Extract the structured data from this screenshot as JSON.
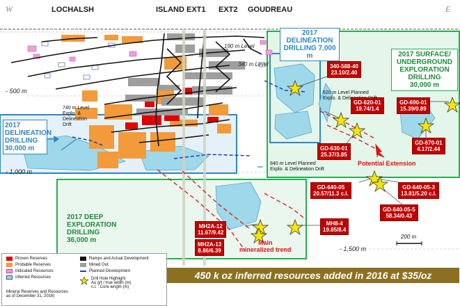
{
  "header": {
    "compass_west": "W",
    "compass_east": "E",
    "labels": [
      "LOCHALSH",
      "ISLAND",
      "EXT1",
      "EXT2",
      "GOUDREAU"
    ]
  },
  "levels": {
    "l190": "190 m Level",
    "l340": "340 m Level",
    "d500": "- 500 m",
    "d1000": "- 1,000 m",
    "d1500": "- 1,500 m"
  },
  "zones": {
    "delin_top": [
      "2017",
      "DELINEATION",
      "DRILLING 7,000 m"
    ],
    "surface": [
      "2017 SURFACE/",
      "UNDERGROUND",
      "EXPLORATION",
      "DRILLING",
      "30,000 m"
    ],
    "delin_left": [
      "2017",
      "DELINEATION",
      "DRILLING",
      "30,000 m"
    ],
    "deep": [
      "2017 DEEP",
      "EXPLORATION",
      "DRILLING",
      "36,000 m"
    ]
  },
  "drift_notes": {
    "d740": [
      "740 m Level",
      "Explo. &",
      "Delineation",
      "Drift"
    ],
    "d620": [
      "620 m Level Planned",
      "Explo. & Delineation Drift"
    ],
    "d840": [
      "840 m Level  Planned",
      "Explo. & Delineation Drift"
    ]
  },
  "callouts": {
    "c340": [
      "340-588-40",
      "23.10/2.40"
    ],
    "gd620": [
      "GD-620-01",
      "19.74/1.4"
    ],
    "gd690": [
      "GD-690-01",
      "15.39/0.89"
    ],
    "gd630": [
      "GD-630-01",
      "25.37/3.85"
    ],
    "gd670": [
      "GD-670-01",
      "4.17/2.44"
    ],
    "gd640": [
      "GD-640-05",
      "20.57/11.3  c.l."
    ],
    "gd6403": [
      "GD-640-05-3",
      "13.81/5.20  c.l."
    ],
    "gd6405": [
      "GD-640-05-5",
      "58.34/0.43"
    ],
    "mh8": [
      "MH8-4",
      "19.85/8.4"
    ],
    "mh2a12": [
      "MH2A-12",
      "11.67/9.42"
    ],
    "mh2a13": [
      "MH2A-13",
      "8.86/6.39"
    ]
  },
  "annotations": {
    "potential": "Potential Extension",
    "main_trend": [
      "Main",
      "mineralized trend"
    ],
    "scale": "200 m"
  },
  "legend": {
    "proven": "Proven Reserves",
    "probable": "Probable Reserves",
    "indicated": "Indicated Resources",
    "inferred": "Inferred Resources",
    "ramps": "Ramps and Actual Development",
    "mined": "Mined Out",
    "planned": "Planned Development",
    "star_title": "Drill Hole Highlight",
    "star_line1": "Au g/t / true width (m)",
    "star_line2": "c.l. : Core length (m)",
    "footer": [
      "Mineral Reserves and Resources",
      "as of December 31, 2016)"
    ]
  },
  "banner": "450 k oz inferred resources added in 2016 at $35/oz",
  "colors": {
    "proven": "#e00000",
    "probable": "#f39a3a",
    "indicated": "#f29ce0",
    "inferred": "#9fd8ea",
    "zone_green": "#22b14c",
    "zone_blue": "#2e86c1",
    "callout": "#c00000",
    "banner": "#8a7020"
  }
}
